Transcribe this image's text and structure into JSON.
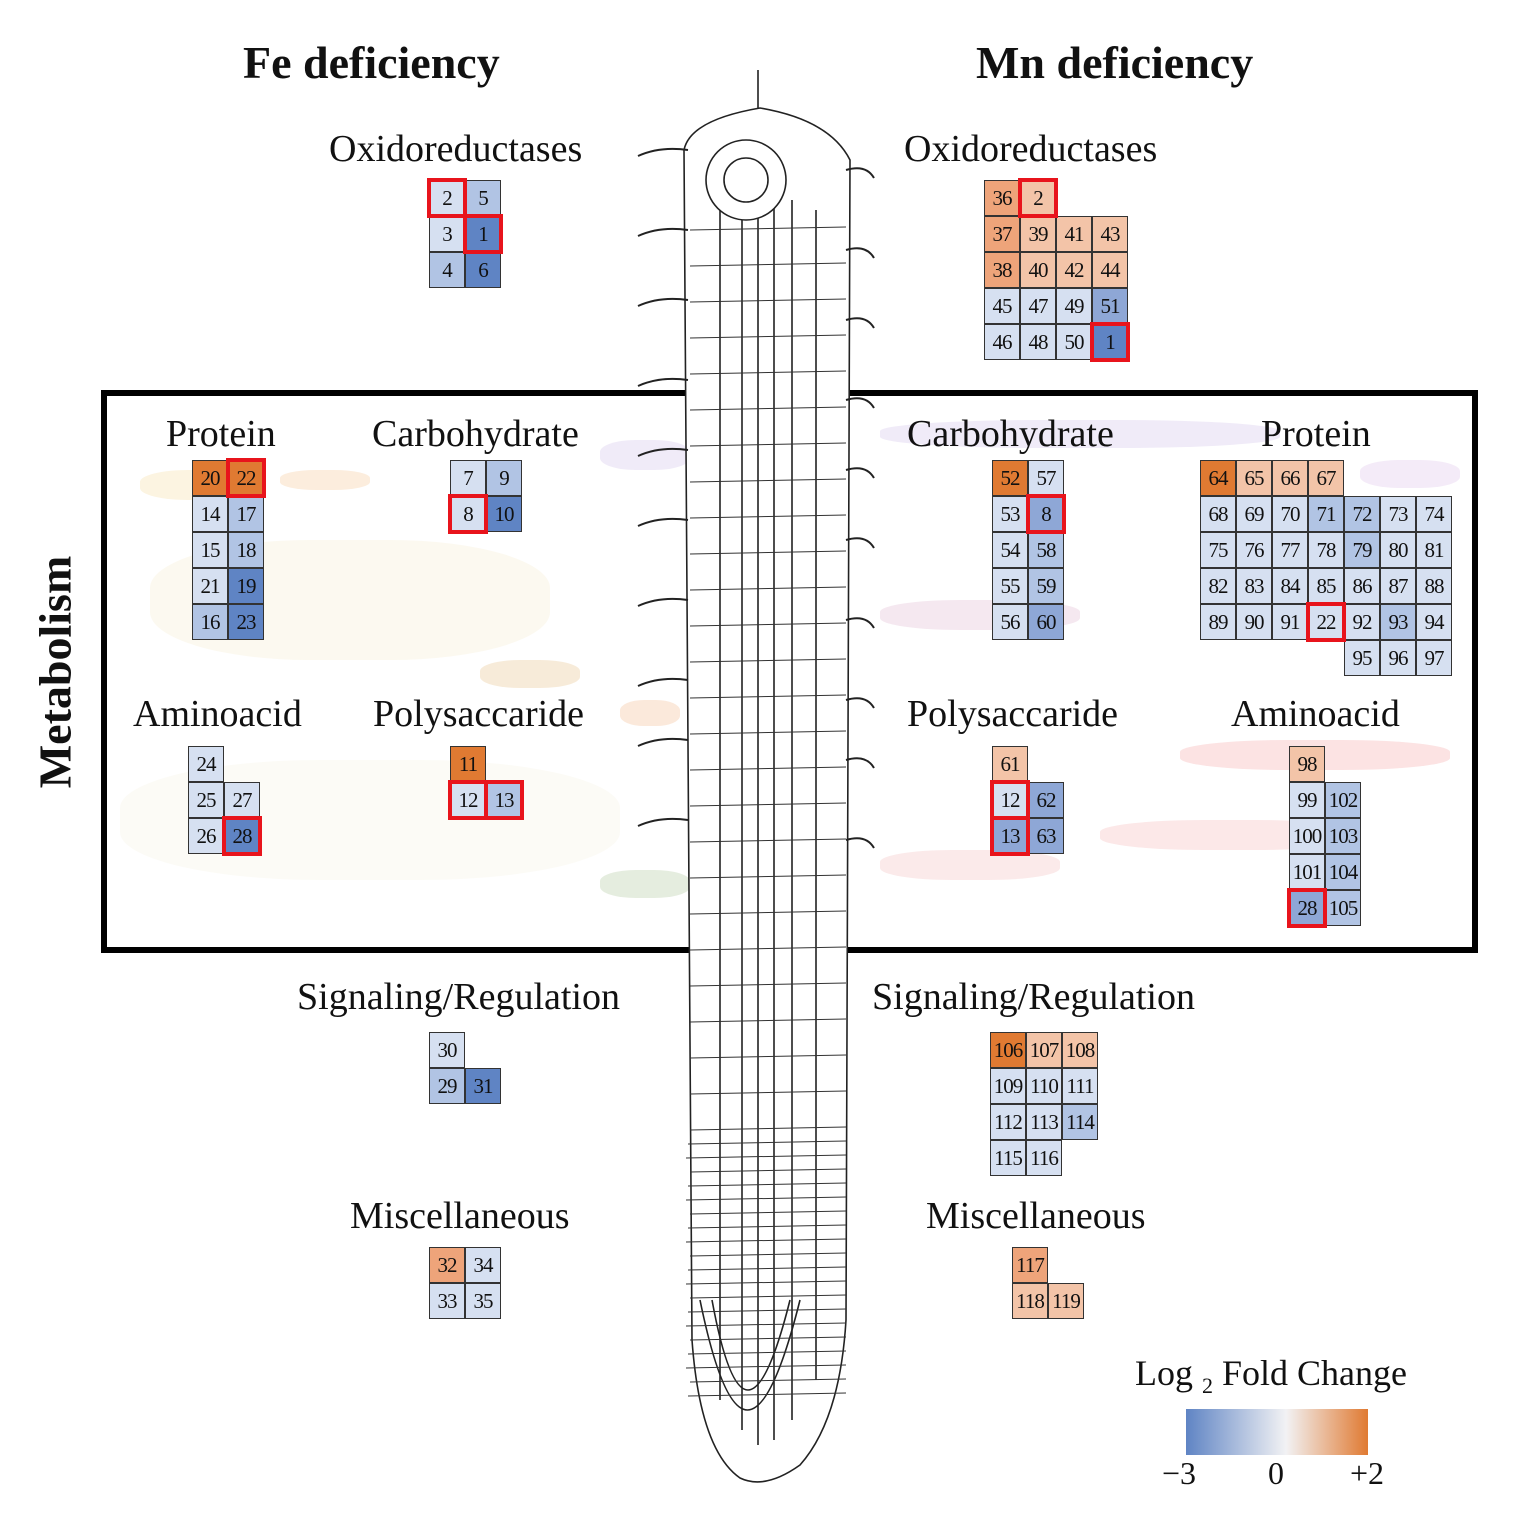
{
  "headings": {
    "fe": "Fe deficiency",
    "mn": "Mn deficiency"
  },
  "metabolism_label": "Metabolism",
  "colors": {
    "high_up": "#e07a32",
    "up": "#eea47a",
    "mild_up": "#f3c4a8",
    "neutral": "#eef1f8",
    "mild_down": "#d6e0f1",
    "down": "#b1c4e4",
    "mid_down": "#8ea7d6",
    "strong_down": "#5f84c4",
    "highlight": "#e8141c"
  },
  "categories": {
    "fe_oxido": {
      "title": "Oxidoreductases",
      "cells": [
        [
          "2",
          "mild_down",
          1
        ],
        [
          "5",
          "down",
          0
        ],
        [
          "3",
          "mild_down",
          0
        ],
        [
          "1",
          "strong_down",
          1
        ],
        [
          "4",
          "down",
          0
        ],
        [
          "6",
          "strong_down",
          0
        ]
      ]
    },
    "mn_oxido": {
      "title": "Oxidoreductases",
      "cells": [
        [
          "36",
          "up",
          0
        ],
        [
          "2",
          "mild_up",
          1
        ],
        [
          "37",
          "up",
          0
        ],
        [
          "39",
          "mild_up",
          0
        ],
        [
          "41",
          "mild_up",
          0
        ],
        [
          "43",
          "mild_up",
          0
        ],
        [
          "38",
          "up",
          0
        ],
        [
          "40",
          "mild_up",
          0
        ],
        [
          "42",
          "mild_up",
          0
        ],
        [
          "44",
          "mild_up",
          0
        ],
        [
          "45",
          "mild_down",
          0
        ],
        [
          "47",
          "mild_down",
          0
        ],
        [
          "49",
          "mild_down",
          0
        ],
        [
          "51",
          "mid_down",
          0
        ],
        [
          "46",
          "mild_down",
          0
        ],
        [
          "48",
          "mild_down",
          0
        ],
        [
          "50",
          "mild_down",
          0
        ],
        [
          "1",
          "strong_down",
          1
        ]
      ]
    },
    "fe_protein": {
      "title": "Protein",
      "cells": [
        [
          "20",
          "high_up",
          0
        ],
        [
          "22",
          "high_up",
          1
        ],
        [
          "14",
          "mild_down",
          0
        ],
        [
          "17",
          "down",
          0
        ],
        [
          "15",
          "mild_down",
          0
        ],
        [
          "18",
          "down",
          0
        ],
        [
          "21",
          "mild_down",
          0
        ],
        [
          "19",
          "strong_down",
          0
        ],
        [
          "16",
          "down",
          0
        ],
        [
          "23",
          "strong_down",
          0
        ]
      ]
    },
    "fe_carb": {
      "title": "Carbohydrate",
      "cells": [
        [
          "7",
          "mild_down",
          0
        ],
        [
          "9",
          "down",
          0
        ],
        [
          "8",
          "mild_down",
          1
        ],
        [
          "10",
          "strong_down",
          0
        ]
      ]
    },
    "mn_carb": {
      "title": "Carbohydrate",
      "cells": [
        [
          "52",
          "high_up",
          0
        ],
        [
          "57",
          "mild_down",
          0
        ],
        [
          "53",
          "mild_down",
          0
        ],
        [
          "8",
          "mid_down",
          1
        ],
        [
          "54",
          "mild_down",
          0
        ],
        [
          "58",
          "down",
          0
        ],
        [
          "55",
          "mild_down",
          0
        ],
        [
          "59",
          "down",
          0
        ],
        [
          "56",
          "mild_down",
          0
        ],
        [
          "60",
          "mid_down",
          0
        ]
      ]
    },
    "mn_protein": {
      "title": "Protein",
      "cells": [
        [
          "64",
          "high_up",
          0
        ],
        [
          "65",
          "mild_up",
          0
        ],
        [
          "66",
          "mild_up",
          0
        ],
        [
          "67",
          "mild_up",
          0
        ],
        [
          "68",
          "mild_down",
          0
        ],
        [
          "69",
          "mild_down",
          0
        ],
        [
          "70",
          "mild_down",
          0
        ],
        [
          "71",
          "down",
          0
        ],
        [
          "72",
          "down",
          0
        ],
        [
          "73",
          "mild_down",
          0
        ],
        [
          "74",
          "mild_down",
          0
        ],
        [
          "75",
          "mild_down",
          0
        ],
        [
          "76",
          "mild_down",
          0
        ],
        [
          "77",
          "mild_down",
          0
        ],
        [
          "78",
          "mild_down",
          0
        ],
        [
          "79",
          "down",
          0
        ],
        [
          "80",
          "mild_down",
          0
        ],
        [
          "81",
          "mild_down",
          0
        ],
        [
          "82",
          "mild_down",
          0
        ],
        [
          "83",
          "mild_down",
          0
        ],
        [
          "84",
          "mild_down",
          0
        ],
        [
          "85",
          "mild_down",
          0
        ],
        [
          "86",
          "mild_down",
          0
        ],
        [
          "87",
          "mild_down",
          0
        ],
        [
          "88",
          "mild_down",
          0
        ],
        [
          "89",
          "mild_down",
          0
        ],
        [
          "90",
          "mild_down",
          0
        ],
        [
          "91",
          "mild_down",
          0
        ],
        [
          "22",
          "mild_down",
          1
        ],
        [
          "92",
          "mild_down",
          0
        ],
        [
          "93",
          "down",
          0
        ],
        [
          "94",
          "mild_down",
          0
        ],
        [
          "95",
          "mild_down",
          0
        ],
        [
          "96",
          "mild_down",
          0
        ],
        [
          "97",
          "mild_down",
          0
        ]
      ]
    },
    "fe_amino": {
      "title": "Aminoacid",
      "cells": [
        [
          "24",
          "mild_down",
          0
        ],
        [
          "25",
          "mild_down",
          0
        ],
        [
          "27",
          "mild_down",
          0
        ],
        [
          "26",
          "mild_down",
          0
        ],
        [
          "28",
          "strong_down",
          1
        ]
      ]
    },
    "fe_poly": {
      "title": "Polysaccaride",
      "cells": [
        [
          "11",
          "high_up",
          0
        ],
        [
          "12",
          "mild_down",
          1
        ],
        [
          "13",
          "down",
          1
        ]
      ]
    },
    "mn_poly": {
      "title": "Polysaccaride",
      "cells": [
        [
          "61",
          "mild_up",
          0
        ],
        [
          "12",
          "mild_down",
          1
        ],
        [
          "62",
          "mid_down",
          0
        ],
        [
          "13",
          "mid_down",
          1
        ],
        [
          "63",
          "mid_down",
          0
        ]
      ]
    },
    "mn_amino": {
      "title": "Aminoacid",
      "cells": [
        [
          "98",
          "mild_up",
          0
        ],
        [
          "99",
          "mild_down",
          0
        ],
        [
          "102",
          "down",
          0
        ],
        [
          "100",
          "mild_down",
          0
        ],
        [
          "103",
          "down",
          0
        ],
        [
          "101",
          "mild_down",
          0
        ],
        [
          "104",
          "down",
          0
        ],
        [
          "28",
          "mid_down",
          1
        ],
        [
          "105",
          "down",
          0
        ]
      ]
    },
    "fe_signal": {
      "title": "Signaling/Regulation",
      "cells": [
        [
          "30",
          "mild_down",
          0
        ],
        [
          "29",
          "down",
          0
        ],
        [
          "31",
          "strong_down",
          0
        ]
      ]
    },
    "mn_signal": {
      "title": "Signaling/Regulation",
      "cells": [
        [
          "106",
          "high_up",
          0
        ],
        [
          "107",
          "mild_up",
          0
        ],
        [
          "108",
          "mild_up",
          0
        ],
        [
          "109",
          "mild_down",
          0
        ],
        [
          "110",
          "mild_down",
          0
        ],
        [
          "111",
          "mild_down",
          0
        ],
        [
          "112",
          "mild_down",
          0
        ],
        [
          "113",
          "mild_down",
          0
        ],
        [
          "114",
          "down",
          0
        ],
        [
          "115",
          "mild_down",
          0
        ],
        [
          "116",
          "mild_down",
          0
        ]
      ]
    },
    "fe_misc": {
      "title": "Miscellaneous",
      "cells": [
        [
          "32",
          "up",
          0
        ],
        [
          "34",
          "mild_down",
          0
        ],
        [
          "33",
          "mild_down",
          0
        ],
        [
          "35",
          "mild_down",
          0
        ]
      ]
    },
    "mn_misc": {
      "title": "Miscellaneous",
      "cells": [
        [
          "117",
          "up",
          0
        ],
        [
          "118",
          "mild_up",
          0
        ],
        [
          "119",
          "mild_up",
          0
        ]
      ]
    }
  },
  "legend": {
    "title_prefix": "Log",
    "title_sub": "2",
    "title_suffix": "Fold Change",
    "ticks": [
      "−3",
      "0",
      "+2"
    ],
    "colors": [
      "#5f84c4",
      "#f2f2f4",
      "#e07a32"
    ]
  }
}
